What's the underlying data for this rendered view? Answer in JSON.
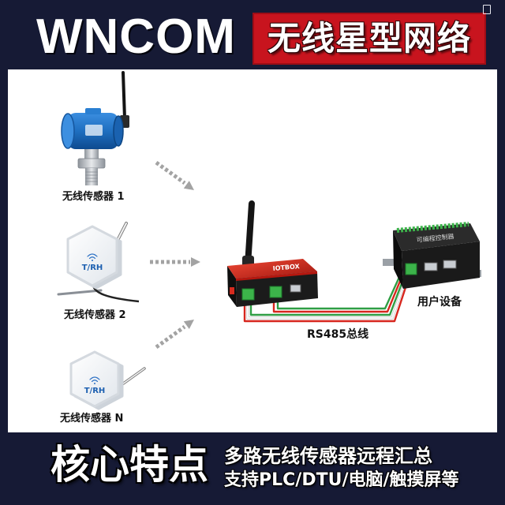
{
  "header": {
    "brand": "WNCOM",
    "title": "无线星型网络"
  },
  "sensors": [
    {
      "label": "无线传感器 1",
      "icon": "pressure-transmitter-icon"
    },
    {
      "label": "无线传感器 2",
      "badge": "T/RH",
      "icon": "hex-sensor-icon"
    },
    {
      "label": "无线传感器 N",
      "badge": "T/RH",
      "icon": "hex-sensor-icon"
    }
  ],
  "gateway": {
    "brand": "IOTBOX",
    "icon": "gateway-icon"
  },
  "controller": {
    "label": "可编程控制器",
    "caption": "用户设备",
    "icon": "plc-icon"
  },
  "bus": {
    "label": "RS485总线"
  },
  "footer": {
    "heading": "核心特点",
    "features": [
      "多路无线传感器远程汇总",
      "支持PLC/DTU/电脑/触摸屏等"
    ]
  },
  "colors": {
    "frame": "#161a35",
    "accent": "#c8141e",
    "panel": "#ffffff",
    "sensor_blue": "#1f6fc0",
    "wire_red": "#d7261e",
    "wire_green": "#2f9e44",
    "terminal_green": "#3cb34a",
    "arrow_gray": "#a3a3a3"
  }
}
